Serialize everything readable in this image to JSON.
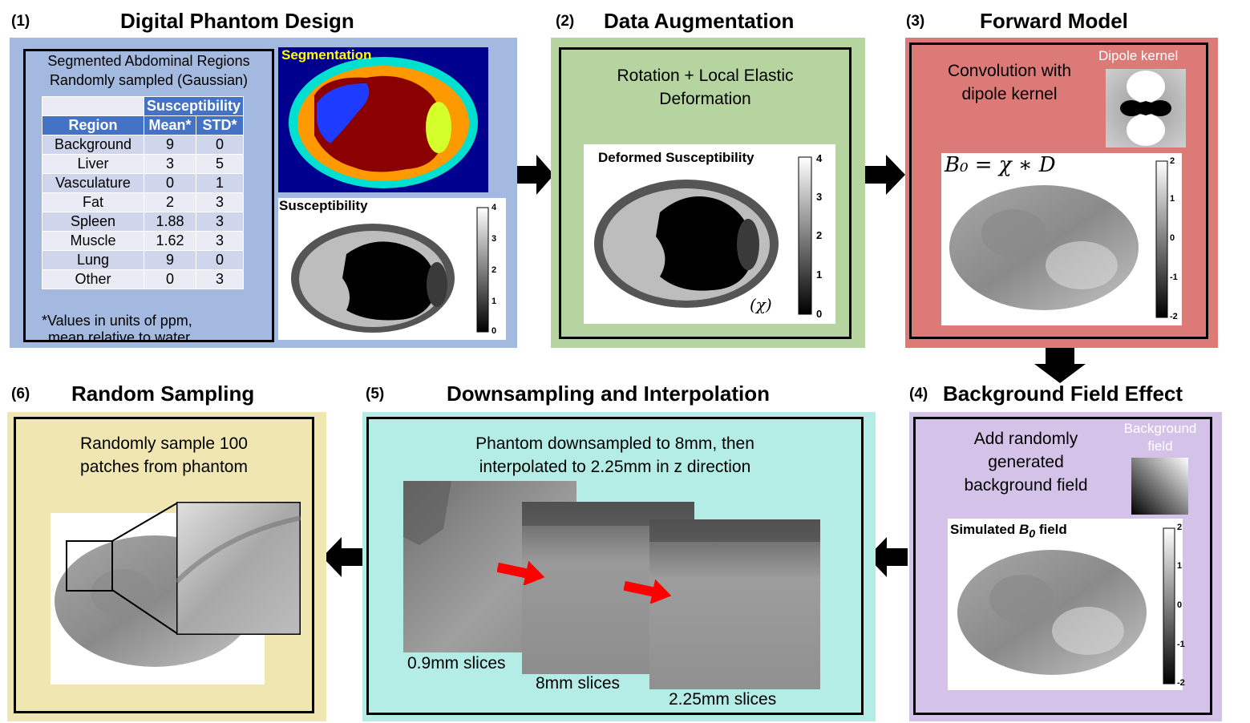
{
  "steps": {
    "s1": {
      "num": "(1)",
      "title": "Digital Phantom Design"
    },
    "s2": {
      "num": "(2)",
      "title": "Data Augmentation"
    },
    "s3": {
      "num": "(3)",
      "title": "Forward Model"
    },
    "s4": {
      "num": "(4)",
      "title": "Background Field Effect"
    },
    "s5": {
      "num": "(5)",
      "title": "Downsampling and Interpolation"
    },
    "s6": {
      "num": "(6)",
      "title": "Random Sampling"
    }
  },
  "panel1": {
    "heading_line1": "Segmented Abdominal Regions",
    "heading_line2": "Randomly sampled (Gaussian)",
    "table": {
      "group_header": "Susceptibility",
      "headers": [
        "Region",
        "Mean*",
        "STD*"
      ],
      "rows": [
        [
          "Background",
          "9",
          "0"
        ],
        [
          "Liver",
          "3",
          "5"
        ],
        [
          "Vasculature",
          "0",
          "1"
        ],
        [
          "Fat",
          "2",
          "3"
        ],
        [
          "Spleen",
          "1.88",
          "3"
        ],
        [
          "Muscle",
          "1.62",
          "3"
        ],
        [
          "Lung",
          "9",
          "0"
        ],
        [
          "Other",
          "0",
          "3"
        ]
      ]
    },
    "footnote_line1": "*Values in units of ppm,",
    "footnote_line2": "mean relative to water",
    "seg_label": "Segmentation",
    "sus_label": "Susceptibility",
    "sus_ticks": [
      "4",
      "3",
      "2",
      "1",
      "0"
    ]
  },
  "panel2": {
    "text_line1": "Rotation + Local Elastic",
    "text_line2": "Deformation",
    "image_label": "Deformed Susceptibility",
    "chi_label": "(χ)",
    "ticks": [
      "4",
      "3",
      "2",
      "1",
      "0"
    ]
  },
  "panel3": {
    "text_line1": "Convolution with",
    "text_line2": "dipole kernel",
    "kernel_label": "Dipole kernel",
    "equation": "B₀ = χ ∗ D",
    "ticks": [
      "2",
      "1",
      "0",
      "-1",
      "-2"
    ]
  },
  "panel4": {
    "text_line1": "Add randomly",
    "text_line2": "generated",
    "text_line3": "background field",
    "bg_label_line1": "Background",
    "bg_label_line2": "field",
    "image_label_prefix": "Simulated ",
    "image_label_b": "B",
    "image_label_sub": "0",
    "image_label_suffix": " field",
    "ticks": [
      "2",
      "1",
      "0",
      "-1",
      "-2"
    ]
  },
  "panel5": {
    "text_line1": "Phantom downsampled to 8mm, then",
    "text_line2": "interpolated to 2.25mm in z direction",
    "slice1": "0.9mm slices",
    "slice2": "8mm slices",
    "slice3": "2.25mm slices"
  },
  "panel6": {
    "text_line1": "Randomly sample 100",
    "text_line2": "patches from phantom"
  },
  "colors": {
    "panel1": "#a4b9df",
    "panel2": "#b5d4a0",
    "panel3": "#dc7a78",
    "panel4": "#d5c2e8",
    "panel5": "#b4ece6",
    "panel6": "#efe6b2",
    "seg_label": "#ffff00",
    "red_arrow": "#ff0000"
  }
}
